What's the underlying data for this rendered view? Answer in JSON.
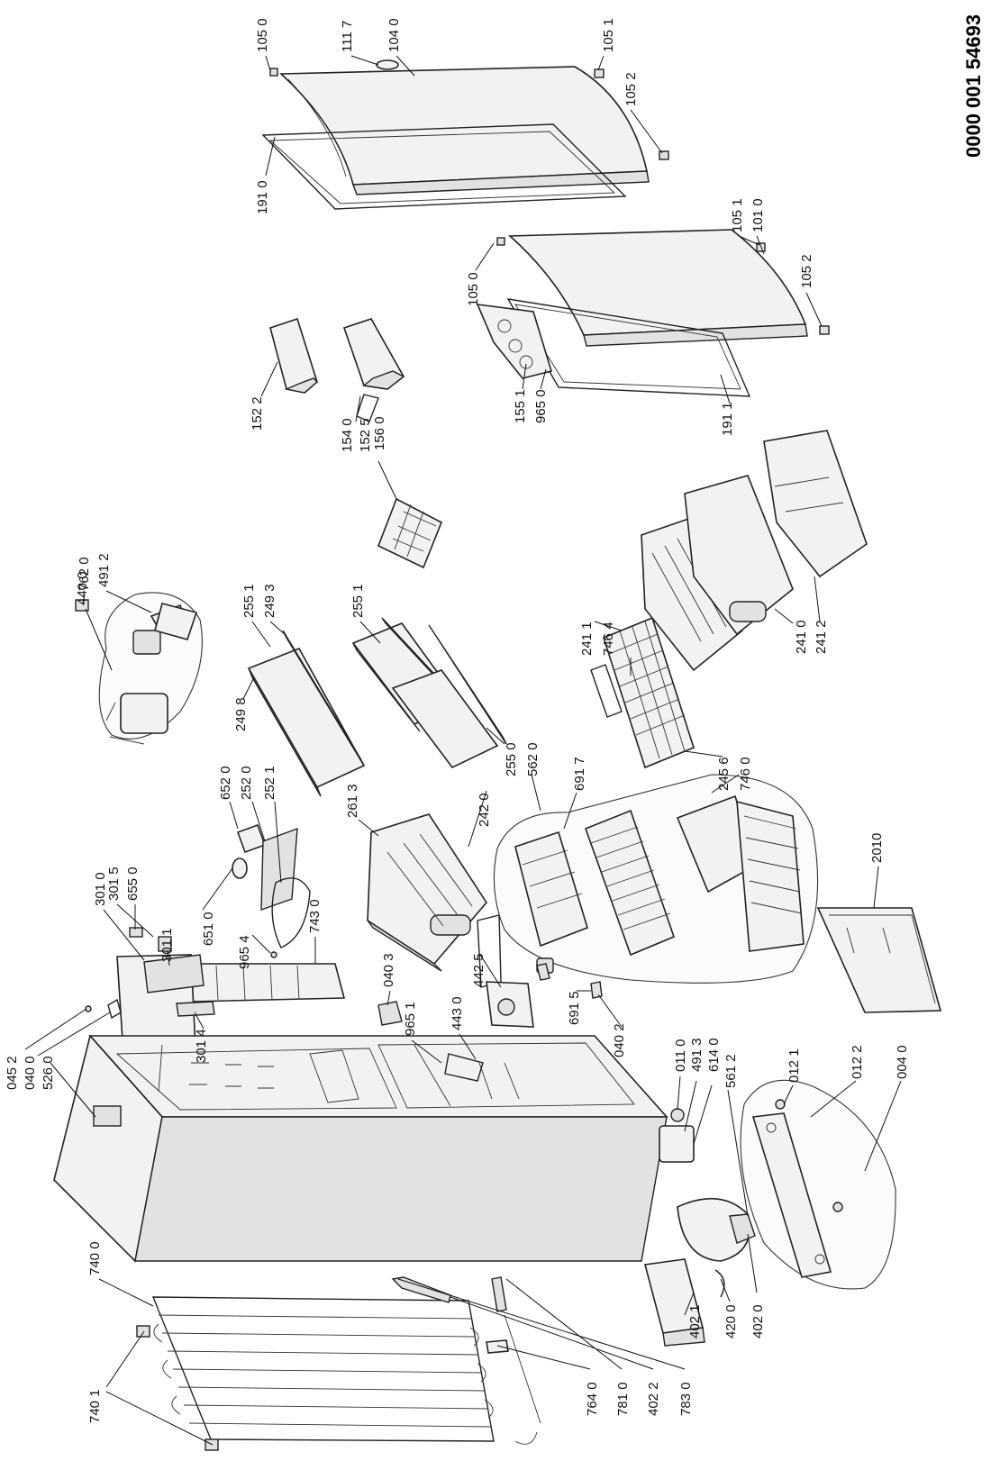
{
  "document_number": "0000 001 54693",
  "labels": [
    "105 0",
    "111 7",
    "104 0",
    "105 1",
    "105 2",
    "191 0",
    "105 1",
    "101 0",
    "105 0",
    "105 2",
    "155 1",
    "965 0",
    "191 1",
    "152 2",
    "154 0",
    "152 5",
    "156 0",
    "440 0",
    "762 0",
    "491 2",
    "255 1",
    "249 3",
    "255 1",
    "249 8",
    "255 0",
    "562 0",
    "242 0",
    "261 3",
    "691 7",
    "241 1",
    "746 4",
    "245 6",
    "746 0",
    "241 0",
    "241 2",
    "652 0",
    "252 0",
    "252 1",
    "651 0",
    "965 4",
    "743 0",
    "301 0",
    "301 5",
    "655 0",
    "301 1",
    "301 4",
    "2010",
    "040 3",
    "442 5",
    "965 1",
    "443 0",
    "691 5",
    "040 2",
    "045 2",
    "040 0",
    "526 0",
    "011 0",
    "491 3",
    "614 0",
    "561 2",
    "012 1",
    "012 2",
    "004 0",
    "740 0",
    "740 1",
    "764 0",
    "781 0",
    "402 2",
    "783 0",
    "402 1",
    "420 0",
    "402 0"
  ]
}
